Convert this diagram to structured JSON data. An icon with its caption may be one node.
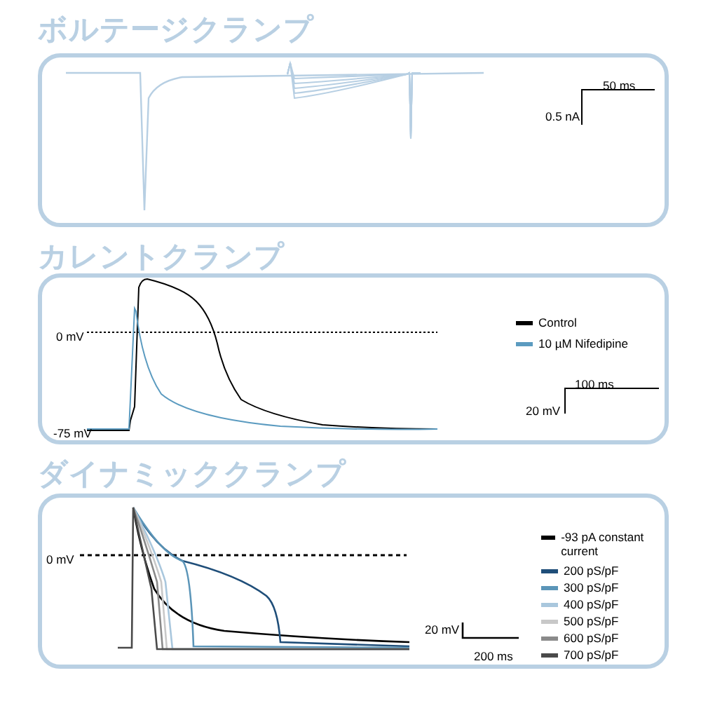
{
  "diagram": {
    "nodes": [
      {
        "text": [
          "ボルテージクランプ"
        ]
      },
      {
        "text": [
          "カレントクランプ"
        ]
      },
      {
        "text": [
          "ダイナミッククランプ"
        ]
      }
    ],
    "labels": [
      "50 ms",
      "0.5 nA",
      "0 mV",
      "-75 mV",
      "100 ms",
      "20 mV",
      "0 mV",
      "20 mV",
      "200 ms"
    ],
    "legend": [
      {
        "text": "Control"
      },
      {
        "text": "10 µM Nifedipine"
      },
      {
        "text": "-93 pA constant current"
      },
      {
        "text": "200 pS/pF"
      },
      {
        "text": "300 pS/pF"
      },
      {
        "text": "400 pS/pF"
      },
      {
        "text": "500 pS/pF"
      },
      {
        "text": "600 pS/pF"
      },
      {
        "text": "700 pS/pF"
      }
    ]
  }
}
